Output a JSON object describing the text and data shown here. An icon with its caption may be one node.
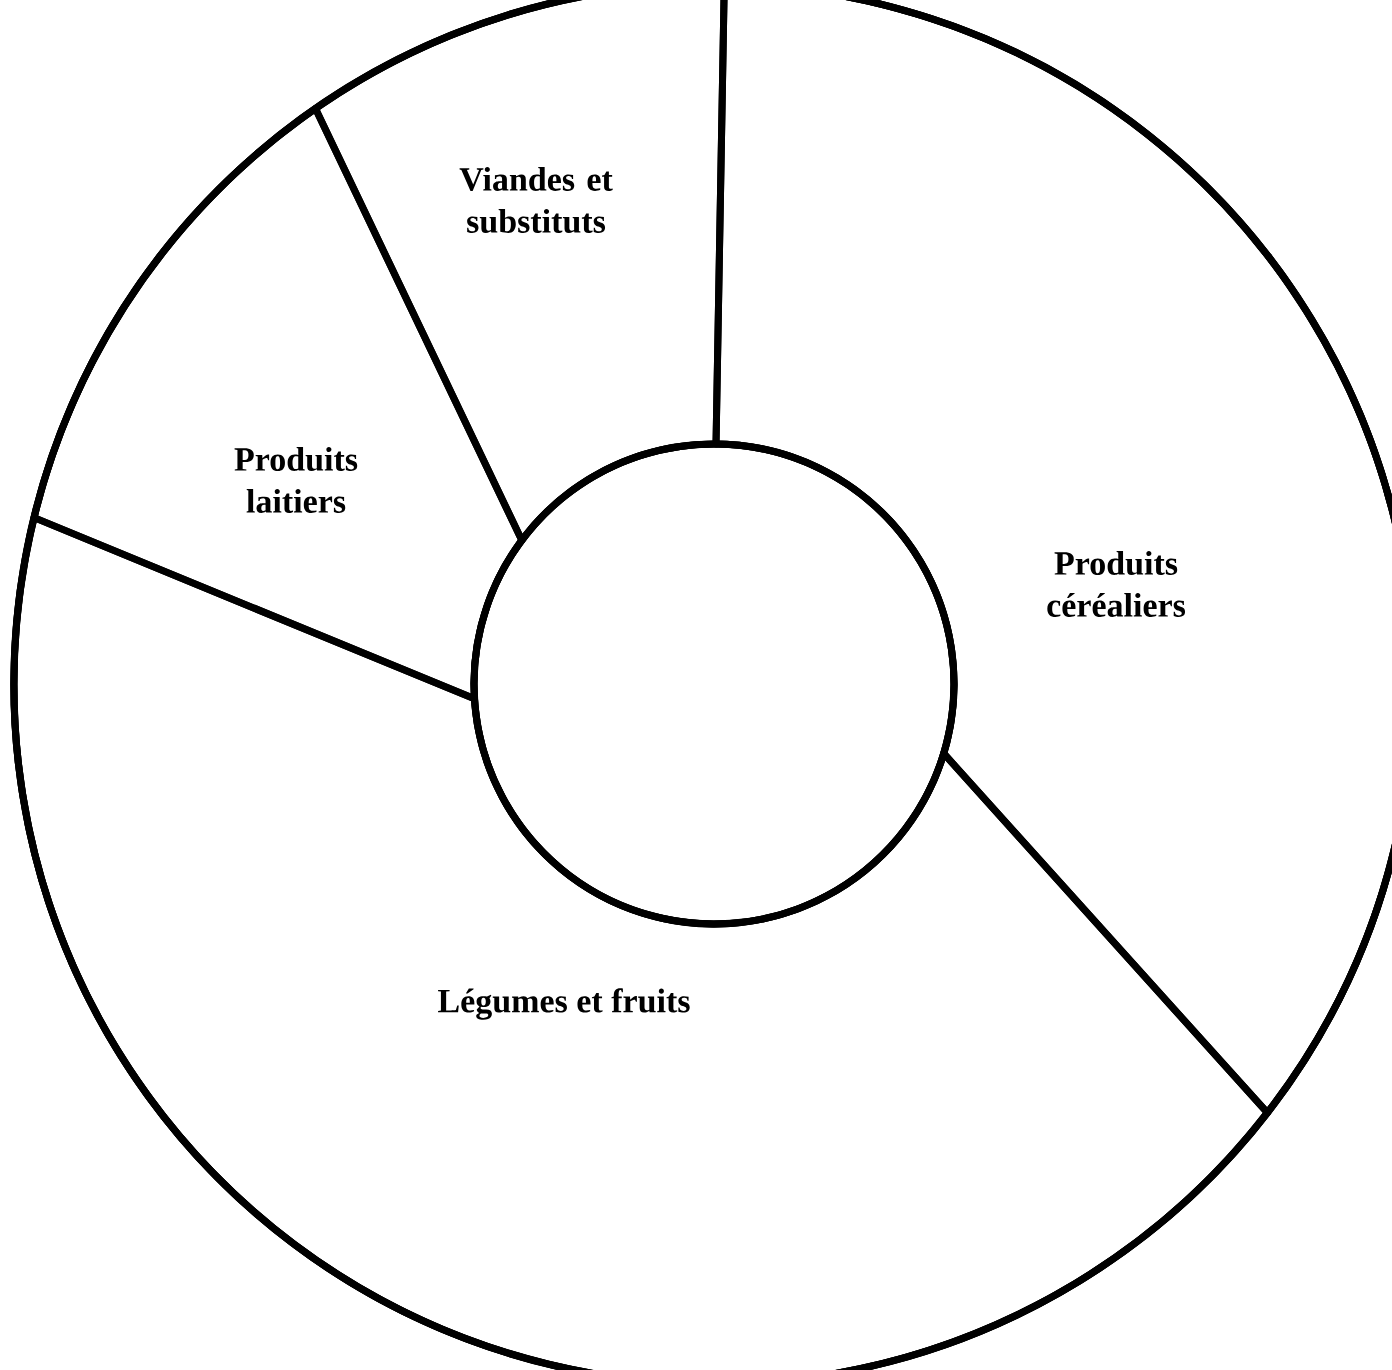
{
  "diagram": {
    "labels": [
      "Viandes et substituts",
      "Produits laitiers",
      "Produits céréaliers",
      "Légumes et fruits"
    ]
  }
}
